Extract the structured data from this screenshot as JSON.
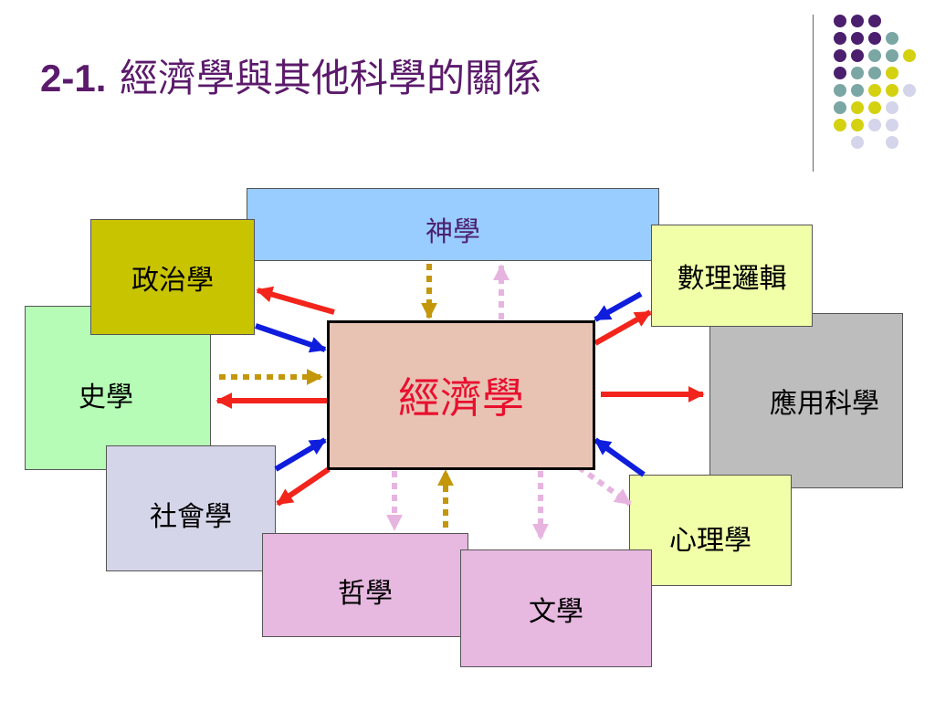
{
  "slide": {
    "title_number": "2-1.",
    "title_text": "經濟學與其他科學的關係"
  },
  "diagram": {
    "center": "經濟學",
    "nodes": {
      "theology": "神學",
      "politics": "政治學",
      "logic": "數理邏輯",
      "history": "史學",
      "applied": "應用科學",
      "sociology": "社會學",
      "philosophy": "哲學",
      "literature": "文學",
      "psychology": "心理學"
    }
  },
  "colors": {
    "title": "#5b1a6b",
    "center_text": "#e8102e",
    "center_fill": "#e8c3b4",
    "theology_fill": "#99ccff",
    "politics_fill": "#c9c400",
    "logic_fill": "#f0ffa8",
    "history_fill": "#b6fbb6",
    "applied_fill": "#bdbdbd",
    "sociology_fill": "#d5d5ea",
    "philosophy_fill": "#e7b8e0",
    "literature_fill": "#e7b8e0",
    "psychology_fill": "#f0ffa8",
    "arrow_red": "#f2241b",
    "arrow_blue": "#0f1ddd",
    "arrow_gold": "#c4960a",
    "arrow_pink": "#e7b4e0"
  }
}
